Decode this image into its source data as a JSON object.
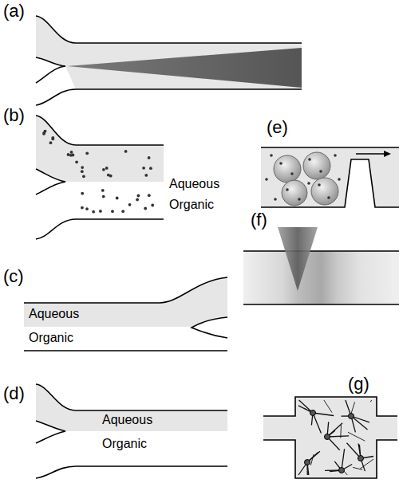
{
  "diagram": {
    "labels": [
      "(a)",
      "(b)",
      "Aqueous",
      "Organic",
      "(c)",
      "Aqueous",
      "Organic",
      "(d)",
      "Aqueous",
      "Organic",
      "(e)",
      "(f)",
      "(g)"
    ]
  }
}
